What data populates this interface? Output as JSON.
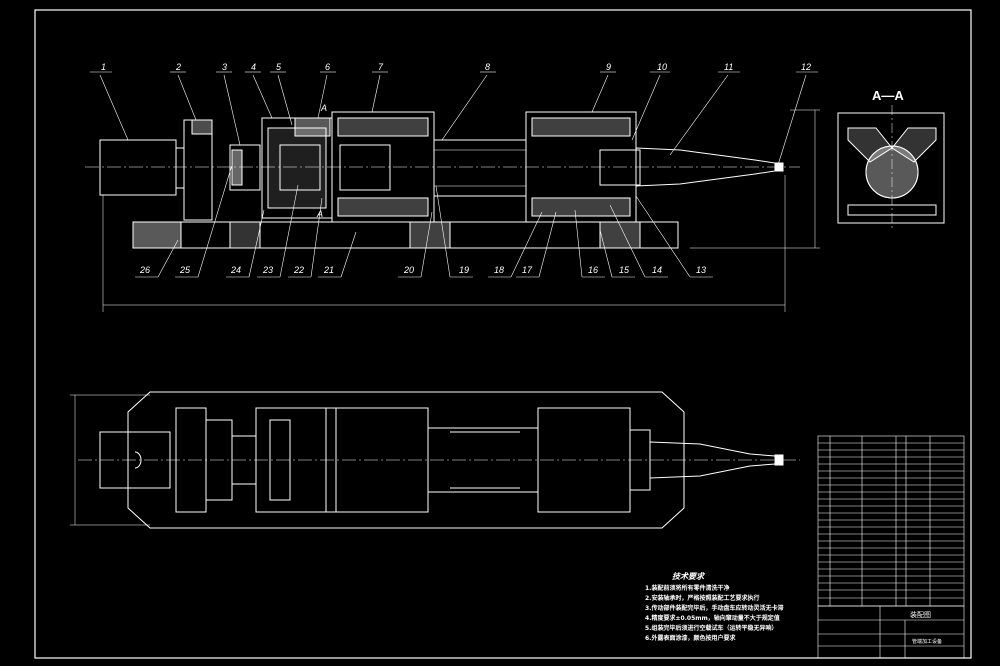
{
  "section_label": "A—A",
  "section_mark": "A",
  "part_numbers_top": [
    "1",
    "2",
    "3",
    "4",
    "5",
    "6",
    "7",
    "8",
    "9",
    "10",
    "11",
    "12"
  ],
  "part_numbers_bottom": [
    "26",
    "25",
    "24",
    "23",
    "22",
    "21",
    "20",
    "19",
    "18",
    "17",
    "16",
    "15",
    "14",
    "13"
  ],
  "requirements": {
    "title": "技术要求",
    "items": [
      "1.装配前须将所有零件清洗干净",
      "2.安装轴承时，严格按照装配工艺要求执行",
      "3.传动部件装配完毕后，手动盘车应转动灵活无卡滞",
      "4.精度要求±0.05mm，轴向窜动量不大于规定值",
      "5.组装完毕后须进行空载试车（运转平稳无异响）",
      "6.外露表面涂漆，颜色按用户要求"
    ]
  },
  "title_block": {
    "drawing_name": "装配图",
    "machine_name": "管端加工设备"
  },
  "colors": {
    "background": "#000000",
    "line": "#ffffff",
    "border": "#ffffff"
  }
}
